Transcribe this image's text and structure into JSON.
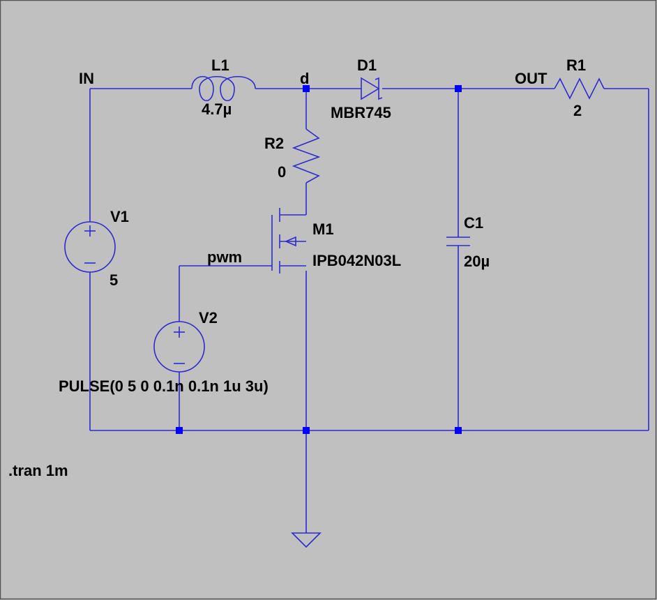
{
  "schematic": {
    "nets": {
      "in": "IN",
      "d": "d",
      "out": "OUT",
      "pwm": "pwm"
    },
    "L1": {
      "name": "L1",
      "value": "4.7µ"
    },
    "D1": {
      "name": "D1",
      "value": "MBR745"
    },
    "R1": {
      "name": "R1",
      "value": "2"
    },
    "R2": {
      "name": "R2",
      "value": "0"
    },
    "M1": {
      "name": "M1",
      "value": "IPB042N03L"
    },
    "C1": {
      "name": "C1",
      "value": "20µ"
    },
    "V1": {
      "name": "V1",
      "value": "5"
    },
    "V2": {
      "name": "V2",
      "value": "PULSE(0 5 0 0.1n 0.1n 1u 3u)"
    },
    "directive": ".tran 1m"
  },
  "colors": {
    "background": "#c0c0c0",
    "wire": "#2b2bd0",
    "junction": "#0000ff",
    "text": "#000000",
    "frame": "#444444"
  }
}
